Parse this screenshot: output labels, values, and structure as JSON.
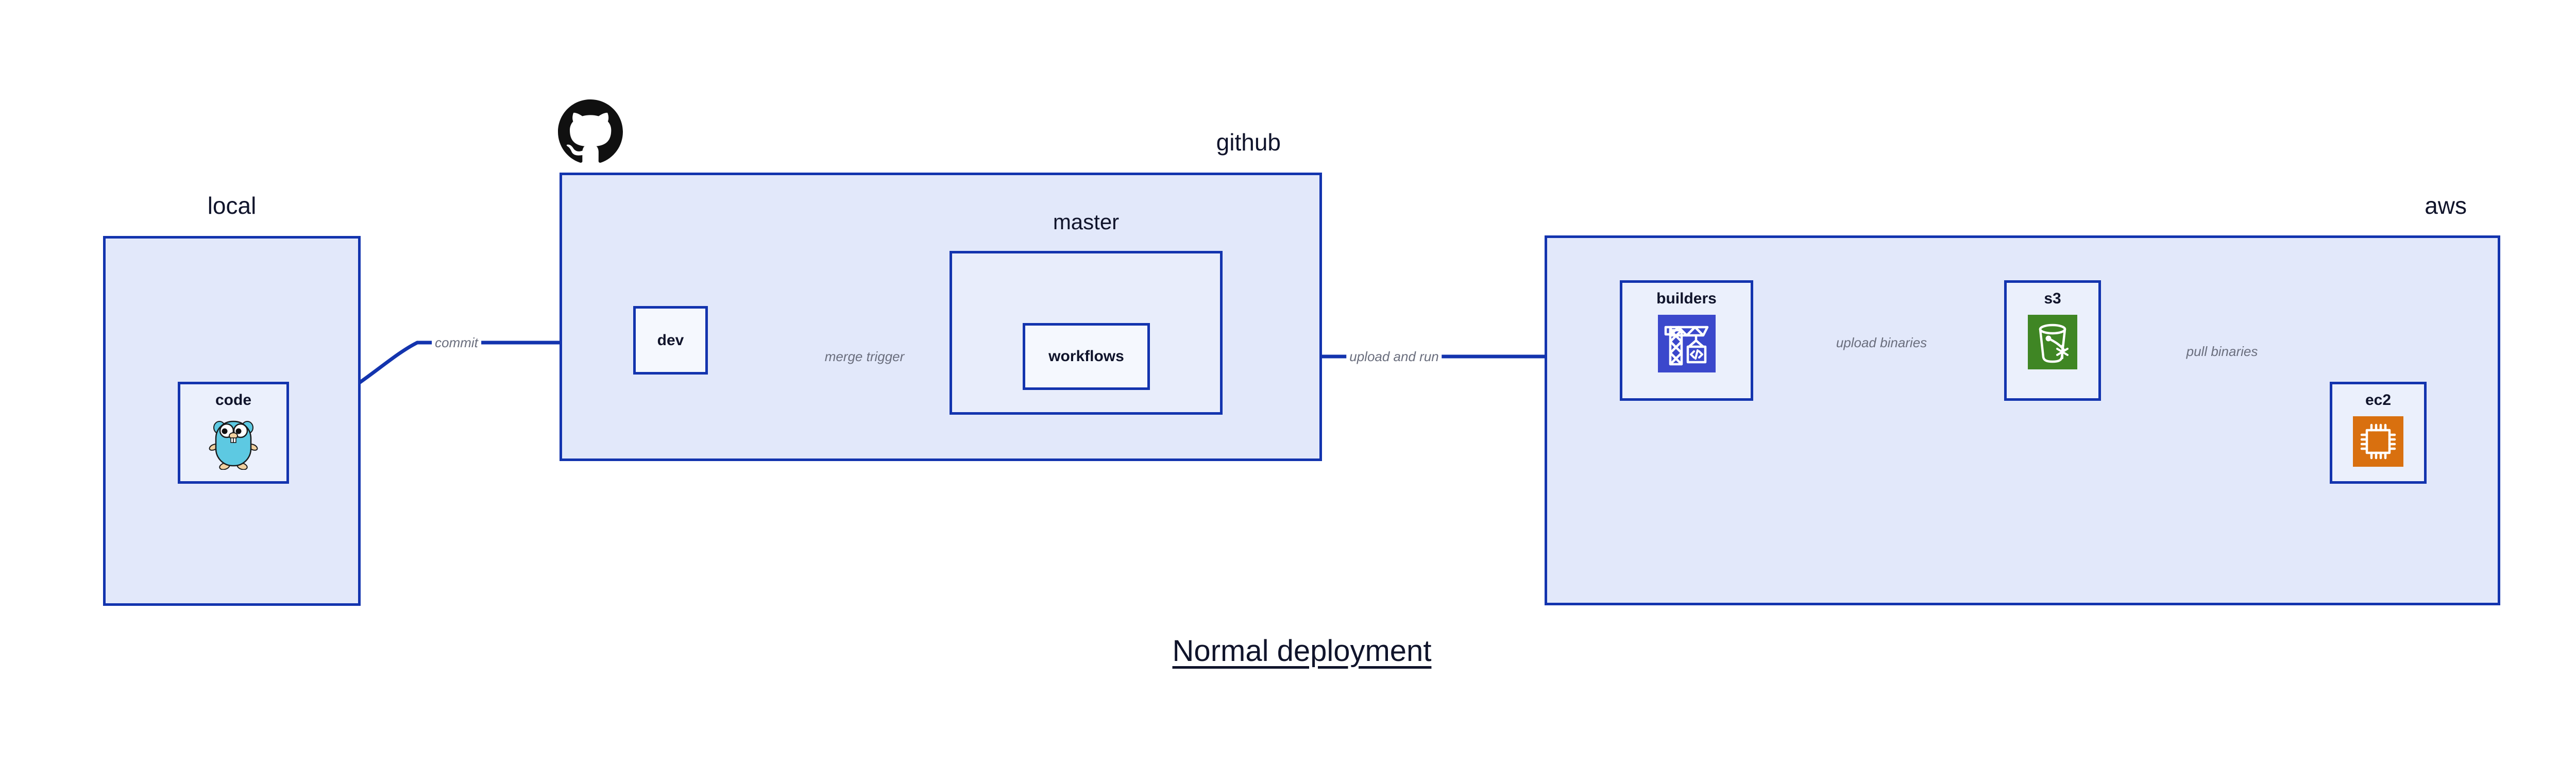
{
  "title": "Normal deployment",
  "colors": {
    "group_border": "#1334AE",
    "group_fill": "#E2E8FA",
    "group_inner_fill": "#E8EDFB",
    "node_fill": "#EBF0FC",
    "node_plain_fill": "#F5F8FE",
    "edge": "#1334AE",
    "edge_label": "#6A6E7D",
    "text": "#10142B",
    "gopher_body": "#5DC9E2",
    "codebuild_tile": "#3B48CC",
    "s3_tile": "#3F8624",
    "ec2_tile": "#D9700F"
  },
  "groups": [
    {
      "id": "local",
      "label": "local",
      "label_align": "center"
    },
    {
      "id": "github",
      "label": "github",
      "label_align": "right"
    },
    {
      "id": "master",
      "label": "master",
      "label_align": "center"
    },
    {
      "id": "aws",
      "label": "aws",
      "label_align": "right"
    }
  ],
  "nodes": [
    {
      "id": "code",
      "label": "code",
      "icon": "go-gopher-icon",
      "group": "local"
    },
    {
      "id": "dev",
      "label": "dev",
      "icon": null,
      "group": "github"
    },
    {
      "id": "workflows",
      "label": "workflows",
      "icon": null,
      "group": "master"
    },
    {
      "id": "builders",
      "label": "builders",
      "icon": "aws-codebuild-icon",
      "group": "aws"
    },
    {
      "id": "s3",
      "label": "s3",
      "icon": "aws-s3-bucket-icon",
      "group": "aws"
    },
    {
      "id": "ec2",
      "label": "ec2",
      "icon": "aws-ec2-chip-icon",
      "group": "aws"
    }
  ],
  "edges": [
    {
      "id": "commit",
      "label": "commit",
      "from": "code",
      "to": "dev"
    },
    {
      "id": "merge-trigger",
      "label": "merge trigger",
      "from": "dev",
      "to": "workflows"
    },
    {
      "id": "upload-and-run",
      "label": "upload and run",
      "from": "workflows",
      "to": "builders"
    },
    {
      "id": "upload-binaries",
      "label": "upload binaries",
      "from": "builders",
      "to": "s3"
    },
    {
      "id": "pull-binaries",
      "label": "pull binaries",
      "from": "s3",
      "to": "ec2"
    }
  ],
  "logos": [
    {
      "id": "github-octocat",
      "icon": "github-octocat-icon"
    }
  ]
}
